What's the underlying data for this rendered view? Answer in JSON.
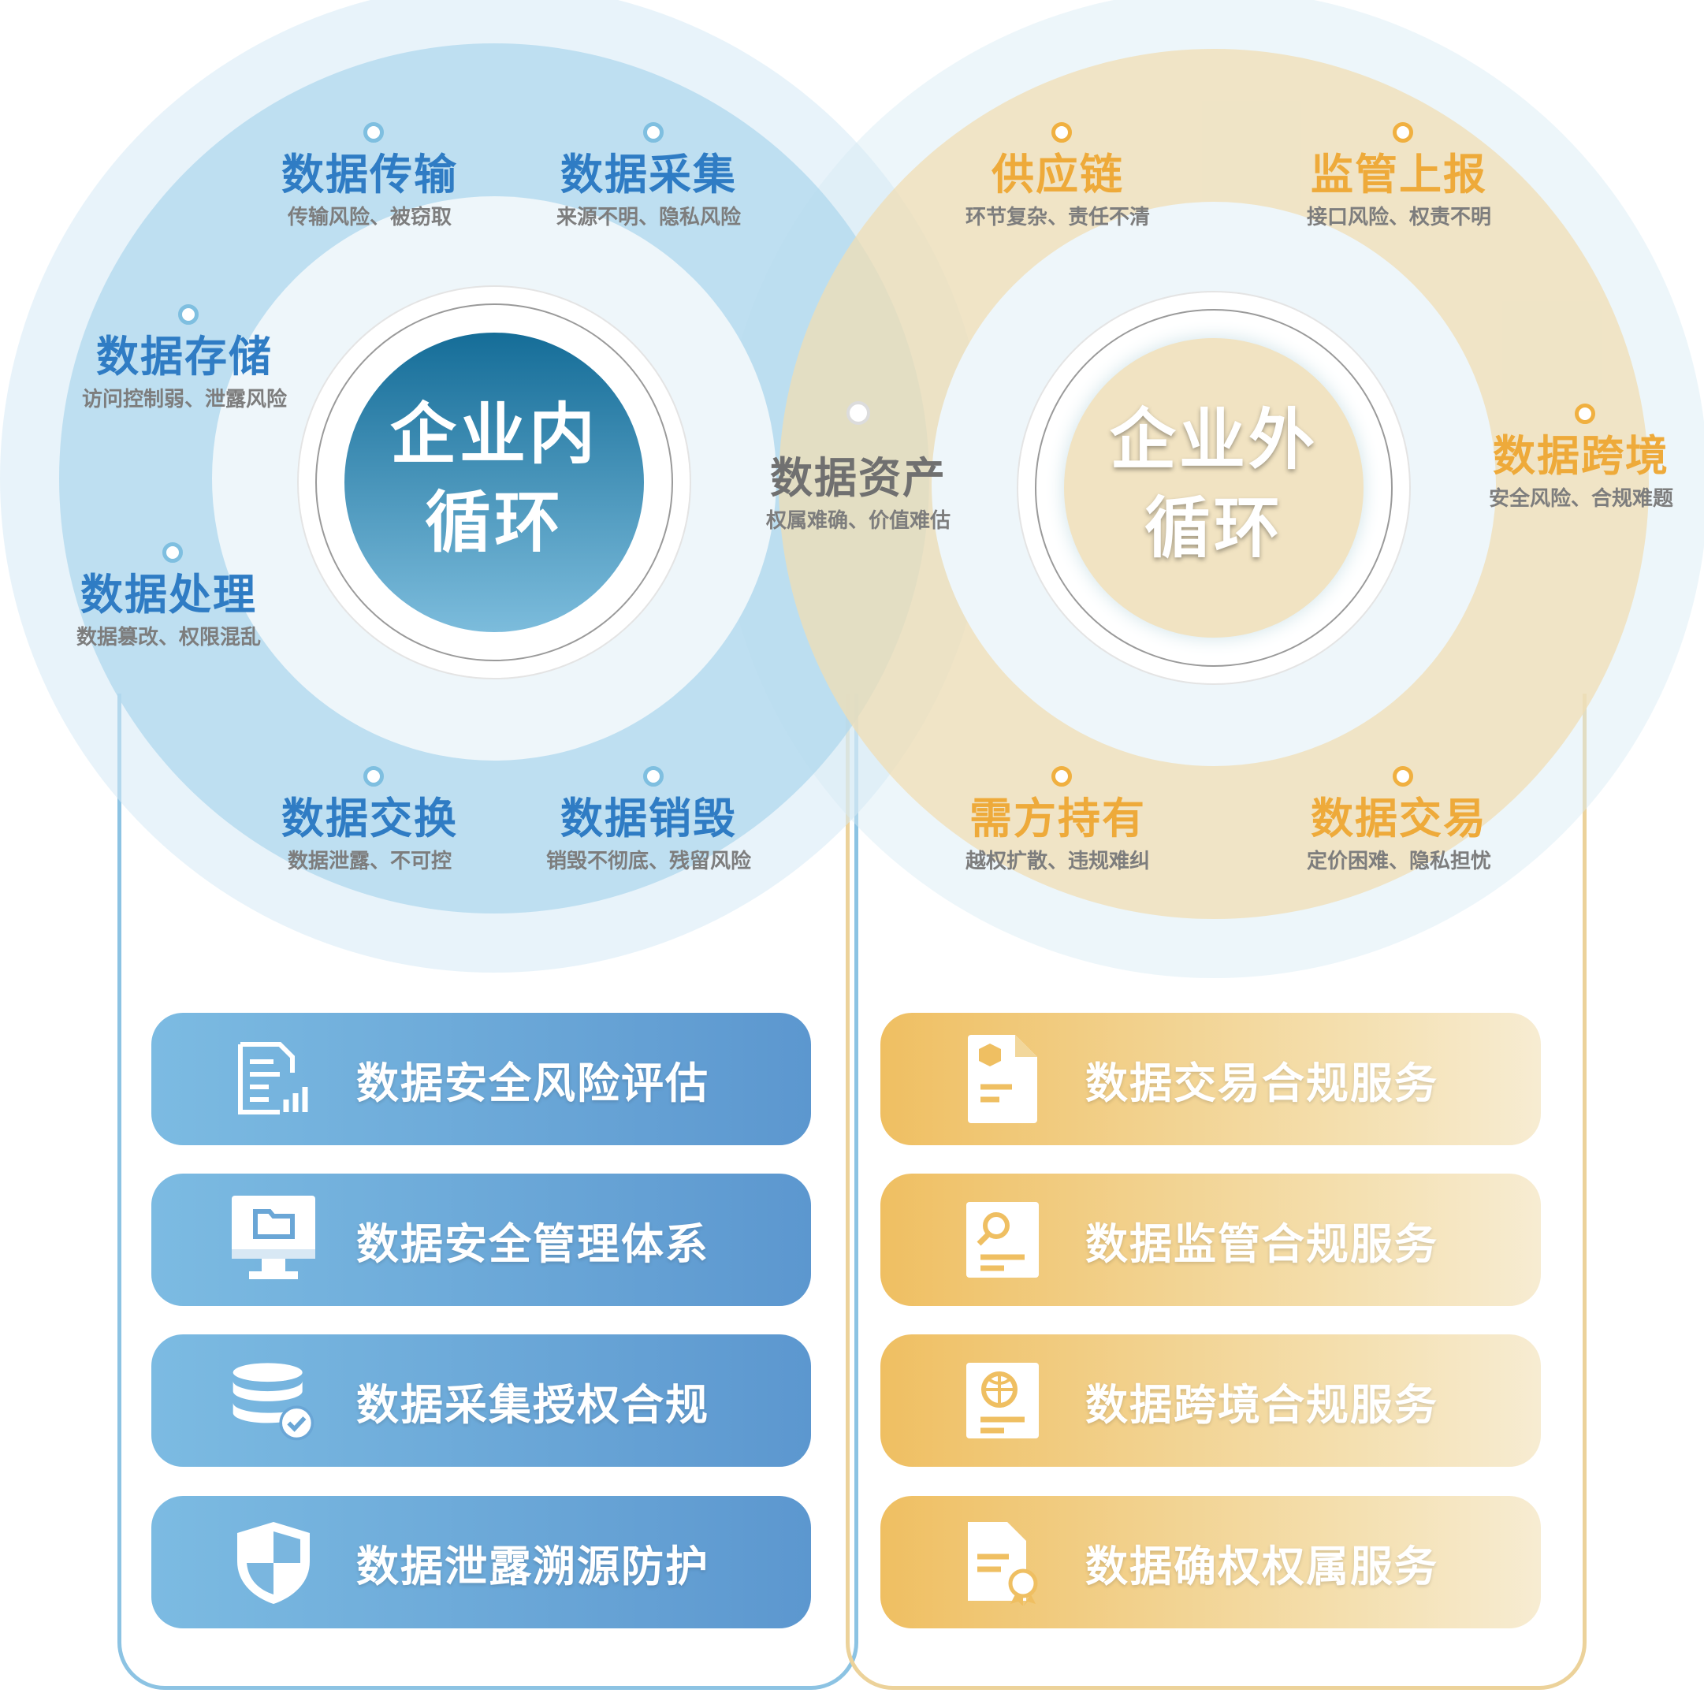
{
  "inner_loop": {
    "title_line1": "企业内",
    "title_line2": "循环",
    "nodes": [
      {
        "title": "数据传输",
        "sub": "传输风险、被窃取"
      },
      {
        "title": "数据采集",
        "sub": "来源不明、隐私风险"
      },
      {
        "title": "数据存储",
        "sub": "访问控制弱、泄露风险"
      },
      {
        "title": "数据处理",
        "sub": "数据篡改、权限混乱"
      },
      {
        "title": "数据交换",
        "sub": "数据泄露、不可控"
      },
      {
        "title": "数据销毁",
        "sub": "销毁不彻底、残留风险"
      }
    ]
  },
  "outer_loop": {
    "title_line1": "企业外",
    "title_line2": "循环",
    "nodes": [
      {
        "title": "供应链",
        "sub": "环节复杂、责任不清"
      },
      {
        "title": "监管上报",
        "sub": "接口风险、权责不明"
      },
      {
        "title": "数据跨境",
        "sub": "安全风险、合规难题"
      },
      {
        "title": "需方持有",
        "sub": "越权扩散、违规难纠"
      },
      {
        "title": "数据交易",
        "sub": "定价困难、隐私担忧"
      }
    ]
  },
  "center": {
    "title": "数据资产",
    "sub": "权属难确、价值难估"
  },
  "left_services": [
    {
      "label": "数据安全风险评估",
      "icon": "report-chart-icon"
    },
    {
      "label": "数据安全管理体系",
      "icon": "monitor-folder-icon"
    },
    {
      "label": "数据采集授权合规",
      "icon": "database-check-icon"
    },
    {
      "label": "数据泄露溯源防护",
      "icon": "shield-icon"
    }
  ],
  "right_services": [
    {
      "label": "数据交易合规服务",
      "icon": "document-cube-icon"
    },
    {
      "label": "数据监管合规服务",
      "icon": "document-search-icon"
    },
    {
      "label": "数据跨境合规服务",
      "icon": "document-globe-icon"
    },
    {
      "label": "数据确权权属服务",
      "icon": "document-certificate-icon"
    }
  ],
  "colors": {
    "blue": "#2f7cc4",
    "orange": "#eeaa3a",
    "blue_card": "#6aa6d6",
    "orange_card": "#f1c775"
  }
}
